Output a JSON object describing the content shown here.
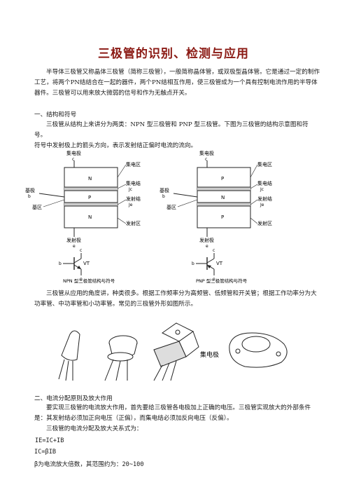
{
  "title": "三极管的识别、检测与应用",
  "intro": "半导体三极管又称晶体三极管（简称三极管），一般简称晶体管，或双极型晶体管。它是通过一定的制作工艺，将两个PN结结合在一起的器件，两个PN结相互作用，使三极管成为一个具有控制电流作用的半导体器件。三极管可以用来放大微弱的信号和作为无触点开关。",
  "section1": {
    "heading": "一、结构和符号",
    "para1": "三极管从结构上来讲分为两类：NPN 型三极管和 PNP 型三极管。下图为三极管的结构示意图和符号。",
    "para2": "符号中发射极上的箭头方向，表示发射结正偏时电流的流向。"
  },
  "diagram": {
    "collector": "集电极",
    "c": "c",
    "collector_region": "集电区",
    "collector_junction": "集电结",
    "jc": "Jc",
    "base": "基极",
    "b": "b",
    "emitter_junction": "发射结",
    "je": "Je",
    "base_region": "基区",
    "emitter_region": "发射区",
    "emitter": "发射极",
    "e": "e",
    "vt": "VT",
    "npn": {
      "top": "N",
      "mid": "P",
      "bot": "N",
      "caption": "NPN 型三极管结构与符号"
    },
    "pnp": {
      "top": "P",
      "mid": "N",
      "bot": "P",
      "caption": "PNP 型三极管结构与符号"
    }
  },
  "para_apps": "三极管从应用的角度讲，种类很多。根据工作频率分为高频管、低频管和开关管；根据工作功率分为大功率管、中功率管和小功率管。常见的三极管外形如图所示。",
  "shapes_label": "集电极",
  "section2": {
    "heading": "二、电流分配原则及放大作用",
    "para1": "要实现三极管的电流放大作用，首先要给三极管各电极加上正确的电压。三极管实现放大的外部条件是：其发射结必须加正向电压（正偏），而集电结必须加反向电压（反偏）。",
    "para2": "三极管的电流分配及放大关系式为：",
    "eq1": "IE=IC+IB",
    "eq2": "IC=βIB",
    "eq3": "β为电流放大倍数，其范围约为：20~100"
  }
}
